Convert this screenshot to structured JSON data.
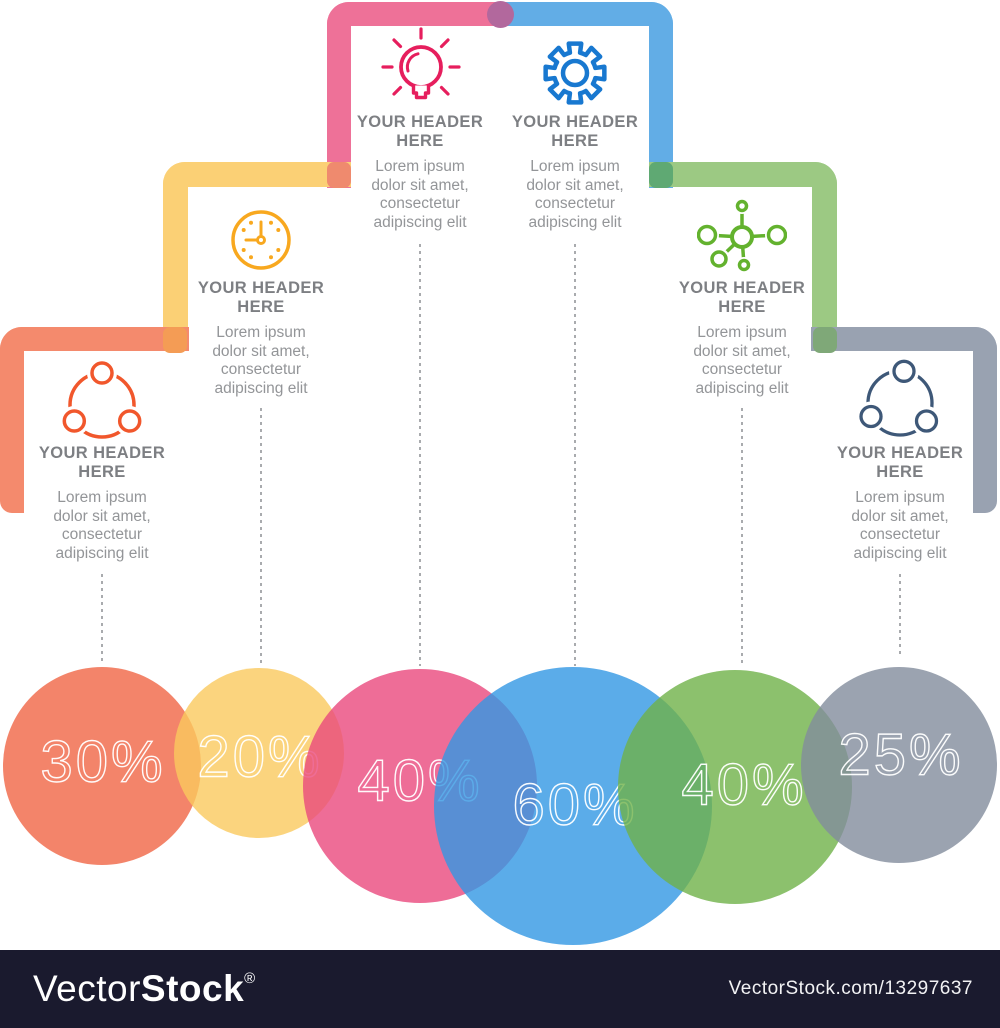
{
  "columns": [
    {
      "icon": "share-icon",
      "accent": "#F3846A",
      "header": "YOUR HEADER\nHERE",
      "body": "Lorem ipsum\ndolor sit amet,\nconsectetur\nadipiscing elit",
      "percent": "30%"
    },
    {
      "icon": "clock-icon",
      "accent": "#FBD47E",
      "header": "YOUR HEADER\nHERE",
      "body": "Lorem ipsum\ndolor sit amet,\nconsectetur\nadipiscing elit",
      "percent": "20%"
    },
    {
      "icon": "lightbulb-icon",
      "accent": "#EE6D97",
      "header": "YOUR HEADER\nHERE",
      "body": "Lorem ipsum\ndolor sit amet,\nconsectetur\nadipiscing elit",
      "percent": "40%"
    },
    {
      "icon": "gear-icon",
      "accent": "#5BACE9",
      "header": "YOUR HEADER\nHERE",
      "body": "Lorem ipsum\ndolor sit amet,\nconsectetur\nadipiscing elit",
      "percent": "60%"
    },
    {
      "icon": "network-icon",
      "accent": "#8CC16D",
      "header": "YOUR HEADER\nHERE",
      "body": "Lorem ipsum\ndolor sit amet,\nconsectetur\nadipiscing elit",
      "percent": "40%"
    },
    {
      "icon": "share-icon",
      "accent": "#9BA3B0",
      "header": "YOUR HEADER\nHERE",
      "body": "Lorem ipsum\ndolor sit amet,\nconsectetur\nadipiscing elit",
      "percent": "25%"
    }
  ],
  "palette": {
    "bracket_pink": "#EE7198",
    "bracket_blue": "#62ADE6",
    "bracket_yellow": "#FBD075",
    "bracket_green": "#9CC983",
    "bracket_orange": "#F48A6D",
    "bracket_gray": "#99A2B1",
    "overlap_top_circle": "#B2689D",
    "overlap_pink_yellow": "#EF8A6E",
    "overlap_blue_green": "#5FA973",
    "overlap_yellow_orange": "#F49C55",
    "overlap_green_gray": "#7FA878",
    "icon_orange": "#F1572C",
    "icon_amber": "#F8A81F",
    "icon_crimson": "#E61E5D",
    "icon_blue": "#1878D0",
    "icon_green": "#63B22E",
    "icon_slate": "#3E5878",
    "header_text": "#7D7F83",
    "body_text": "#939598",
    "dotted_line": "#A9ABAE"
  },
  "watermark_bar": {
    "bg": "#1A1A2E",
    "brand_light": "Vector",
    "brand_bold": "Stock",
    "registered_mark": "®",
    "site_ref": "VectorStock.com/13297637"
  }
}
